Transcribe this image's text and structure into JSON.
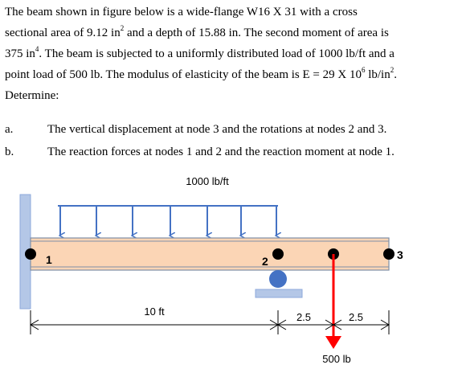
{
  "problem": {
    "line1": "The beam shown in figure below is a wide-flange W16 X 31 with a cross",
    "line2_a": "sectional area of 9.12 in",
    "line2_sup": "2",
    "line2_b": " and a depth of 15.88 in.  The second moment of area is",
    "line3_a": "375 in",
    "line3_sup": "4",
    "line3_b": ".  The beam is subjected to a uniformly distributed load of 1000 lb/ft and a",
    "line4_a": "point load of 500 lb.  The modulus of elasticity of the beam is E = 29 X 10",
    "line4_sup": "6",
    "line4_b": " lb/in",
    "line4_sup2": "2",
    "line4_c": ".",
    "determine": "Determine:"
  },
  "tasks": [
    {
      "marker": "a.",
      "text": "The vertical displacement at node 3 and the rotations at nodes 2 and 3."
    },
    {
      "marker": "b.",
      "text": "The reaction forces at nodes 1 and 2 and the reaction moment at node 1."
    }
  ],
  "figure": {
    "distributed_load": "1000 lb/ft",
    "node1": "1",
    "node2": "2",
    "node3": "3",
    "span1": "10 ft",
    "span2": "2.5",
    "span3": "2.5",
    "point_load": "500 lb",
    "colors": {
      "beam_fill": "#fbd5b5",
      "beam_stroke": "#7f8fa6",
      "load_arrow": "#4472c4",
      "point_load_arrow": "#ff0000",
      "support": "#4472c4",
      "wall": "#b4c7e7"
    }
  }
}
